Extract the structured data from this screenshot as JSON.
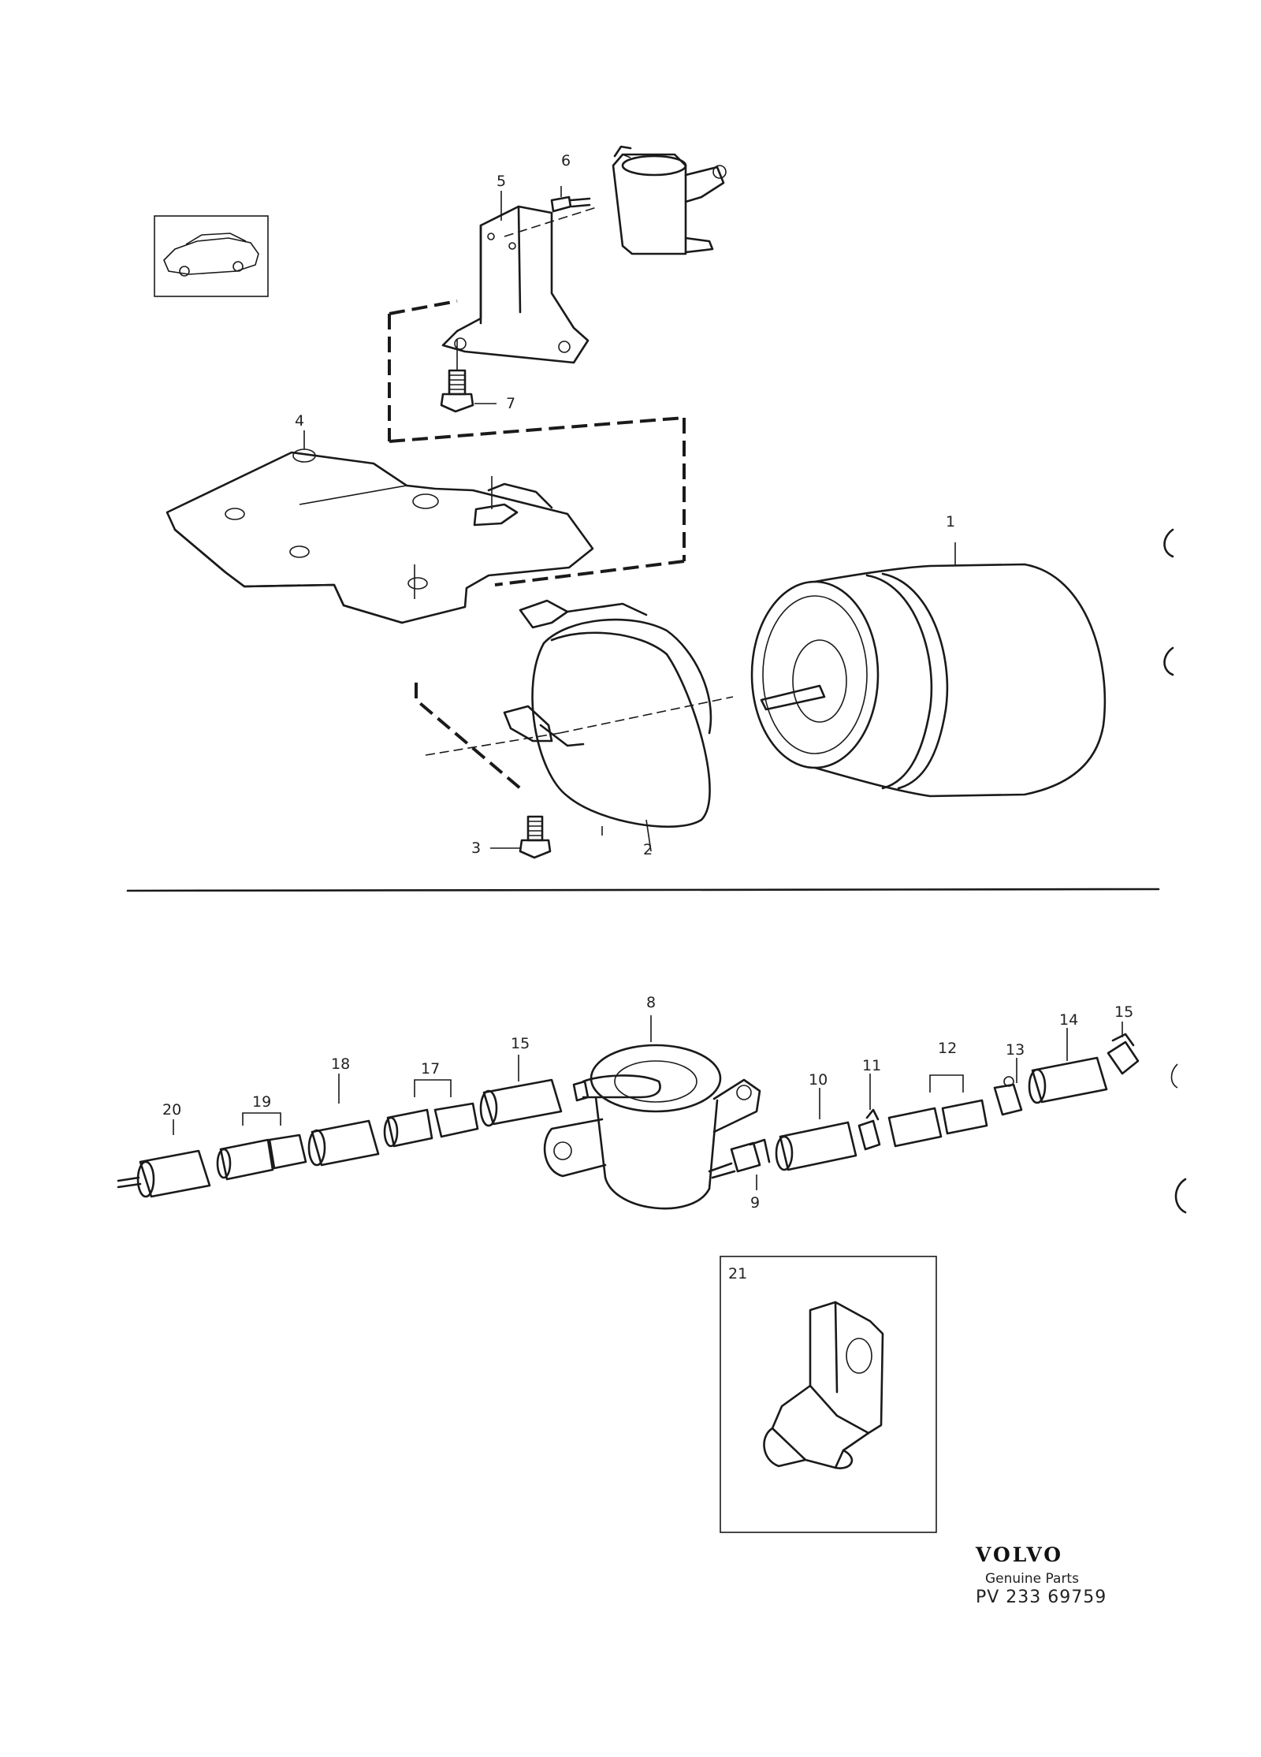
{
  "callouts": {
    "c1": "1",
    "c2": "2",
    "c3": "3",
    "c4": "4",
    "c5": "5",
    "c6": "6",
    "c7": "7",
    "c8": "8",
    "c9": "9",
    "c10": "10",
    "c11": "11",
    "c12": "12",
    "c13": "13",
    "c14": "14",
    "c15a": "15",
    "c15b": "15",
    "c17": "17",
    "c18": "18",
    "c19": "19",
    "c20": "20",
    "c21": "21"
  },
  "footer": {
    "brand": "VOLVO",
    "subtitle": "Genuine Parts",
    "code": "PV 233 69759"
  }
}
